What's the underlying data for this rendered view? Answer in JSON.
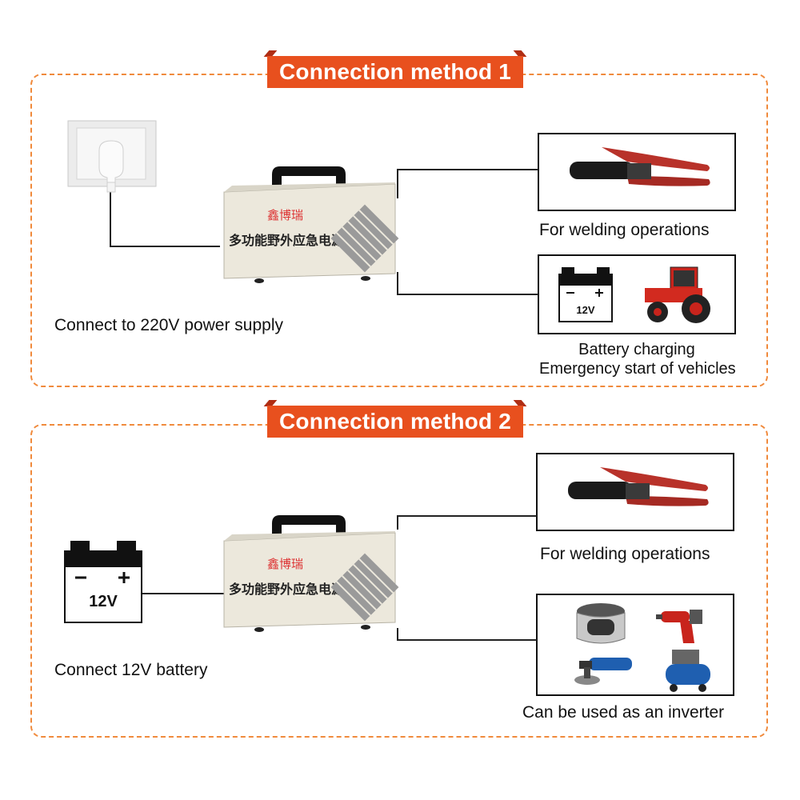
{
  "method1": {
    "title": "Connection method 1",
    "source_label": "Connect to 220V power supply",
    "outputs": [
      {
        "label": "For welding operations"
      },
      {
        "label_line1": "Battery charging",
        "label_line2": "Emergency start of vehicles",
        "battery_text": "12V"
      }
    ]
  },
  "method2": {
    "title": "Connection method 2",
    "source_label": "Connect 12V battery",
    "battery_text": "12V",
    "outputs": [
      {
        "label": "For welding operations"
      },
      {
        "label": "Can be used as an inverter"
      }
    ]
  },
  "device": {
    "brand": "鑫博瑞",
    "name": "多功能野外应急电源"
  },
  "colors": {
    "accent": "#e8501e",
    "dash": "#f08a3c",
    "clamp_red": "#b8322a"
  },
  "icons": [
    "wall-socket-icon",
    "welding-clamp-icon",
    "battery-icon",
    "tractor-icon",
    "rice-cooker-icon",
    "electric-drill-icon",
    "angle-grinder-icon",
    "air-compressor-icon"
  ]
}
